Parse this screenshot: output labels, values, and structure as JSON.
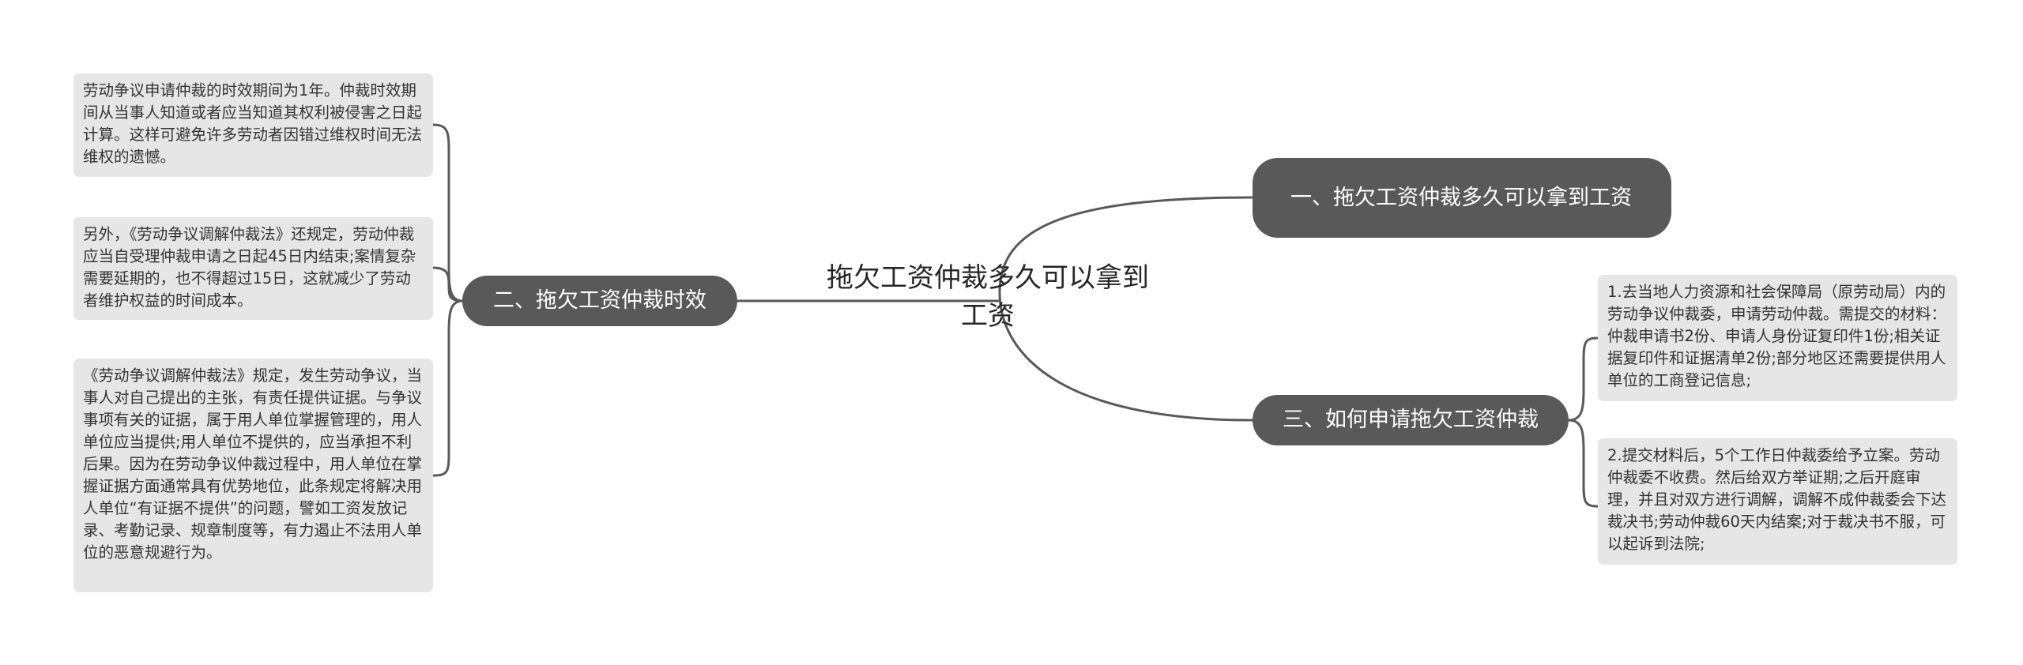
{
  "root": {
    "title": "拖欠工资仲裁多久可以拿到工资"
  },
  "branches": [
    {
      "label": "一、拖欠工资仲裁多久可以拿到工资"
    },
    {
      "label": "二、拖欠工资仲裁时效"
    },
    {
      "label": "三、如何申请拖欠工资仲裁"
    }
  ],
  "leaves": [
    {
      "text": "劳动争议申请仲裁的时效期间为1年。仲裁时效期间从当事人知道或者应当知道其权利被侵害之日起计算。这样可避免许多劳动者因错过维权时间无法维权的遗憾。"
    },
    {
      "text": "另外，《劳动争议调解仲裁法》还规定，劳动仲裁应当自受理仲裁申请之日起45日内结束;案情复杂需要延期的，也不得超过15日，这就减少了劳动者维护权益的时间成本。"
    },
    {
      "text": "《劳动争议调解仲裁法》规定，发生劳动争议，当事人对自己提出的主张，有责任提供证据。与争议事项有关的证据，属于用人单位掌握管理的，用人单位应当提供;用人单位不提供的，应当承担不利后果。因为在劳动争议仲裁过程中，用人单位在掌握证据方面通常具有优势地位，此条规定将解决用人单位“有证据不提供”的问题，譬如工资发放记录、考勤记录、规章制度等，有力遏止不法用人单位的恶意规避行为。"
    },
    {
      "text": "1.去当地人力资源和社会保障局（原劳动局）内的劳动争议仲裁委，申请劳动仲裁。需提交的材料：仲裁申请书2份、申请人身份证复印件1份;相关证据复印件和证据清单2份;部分地区还需要提供用人单位的工商登记信息;"
    },
    {
      "text": "2.提交材料后，5个工作日仲裁委给予立案。劳动仲裁委不收费。然后给双方举证期;之后开庭审理，并且对双方进行调解，调解不成仲裁委会下达裁决书;劳动仲裁60天内结案;对于裁决书不服，可以起诉到法院;"
    }
  ]
}
